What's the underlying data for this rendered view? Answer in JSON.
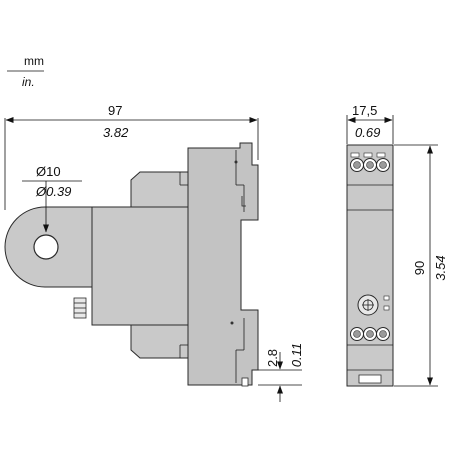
{
  "units": {
    "metric": "mm",
    "imperial": "in."
  },
  "dimensions": {
    "width_total": {
      "mm": "97",
      "in": "3.82"
    },
    "hole_diameter": {
      "mm": "Ø10",
      "in": "Ø0.39"
    },
    "rail_offset": {
      "mm": "2.8",
      "in": "0.11"
    },
    "depth_width": {
      "mm": "17,5",
      "in": "0.69"
    },
    "height_total": {
      "mm": "90",
      "in": "3.54"
    }
  },
  "colors": {
    "housing": "#c9c9c9",
    "housing_face": "#c3c3c3",
    "line": "#111111"
  }
}
